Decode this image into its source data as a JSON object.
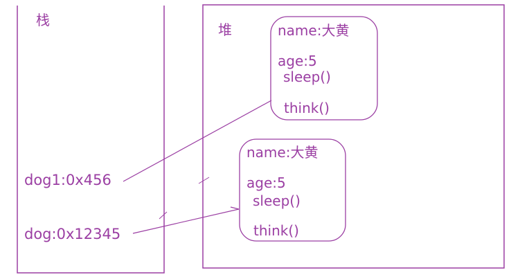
{
  "colors": {
    "ink": "#9b3fa3"
  },
  "stack": {
    "title": "栈",
    "vars": [
      {
        "text": "dog1:0x456"
      },
      {
        "text": "dog:0x12345"
      }
    ]
  },
  "heap": {
    "title": "堆",
    "objects": [
      {
        "name": "name:大黄",
        "age": "age:5",
        "method1": "sleep()",
        "method2": "think()"
      },
      {
        "name": "name:大黄",
        "age": "age:5",
        "method1": "sleep()",
        "method2": "think()"
      }
    ]
  }
}
